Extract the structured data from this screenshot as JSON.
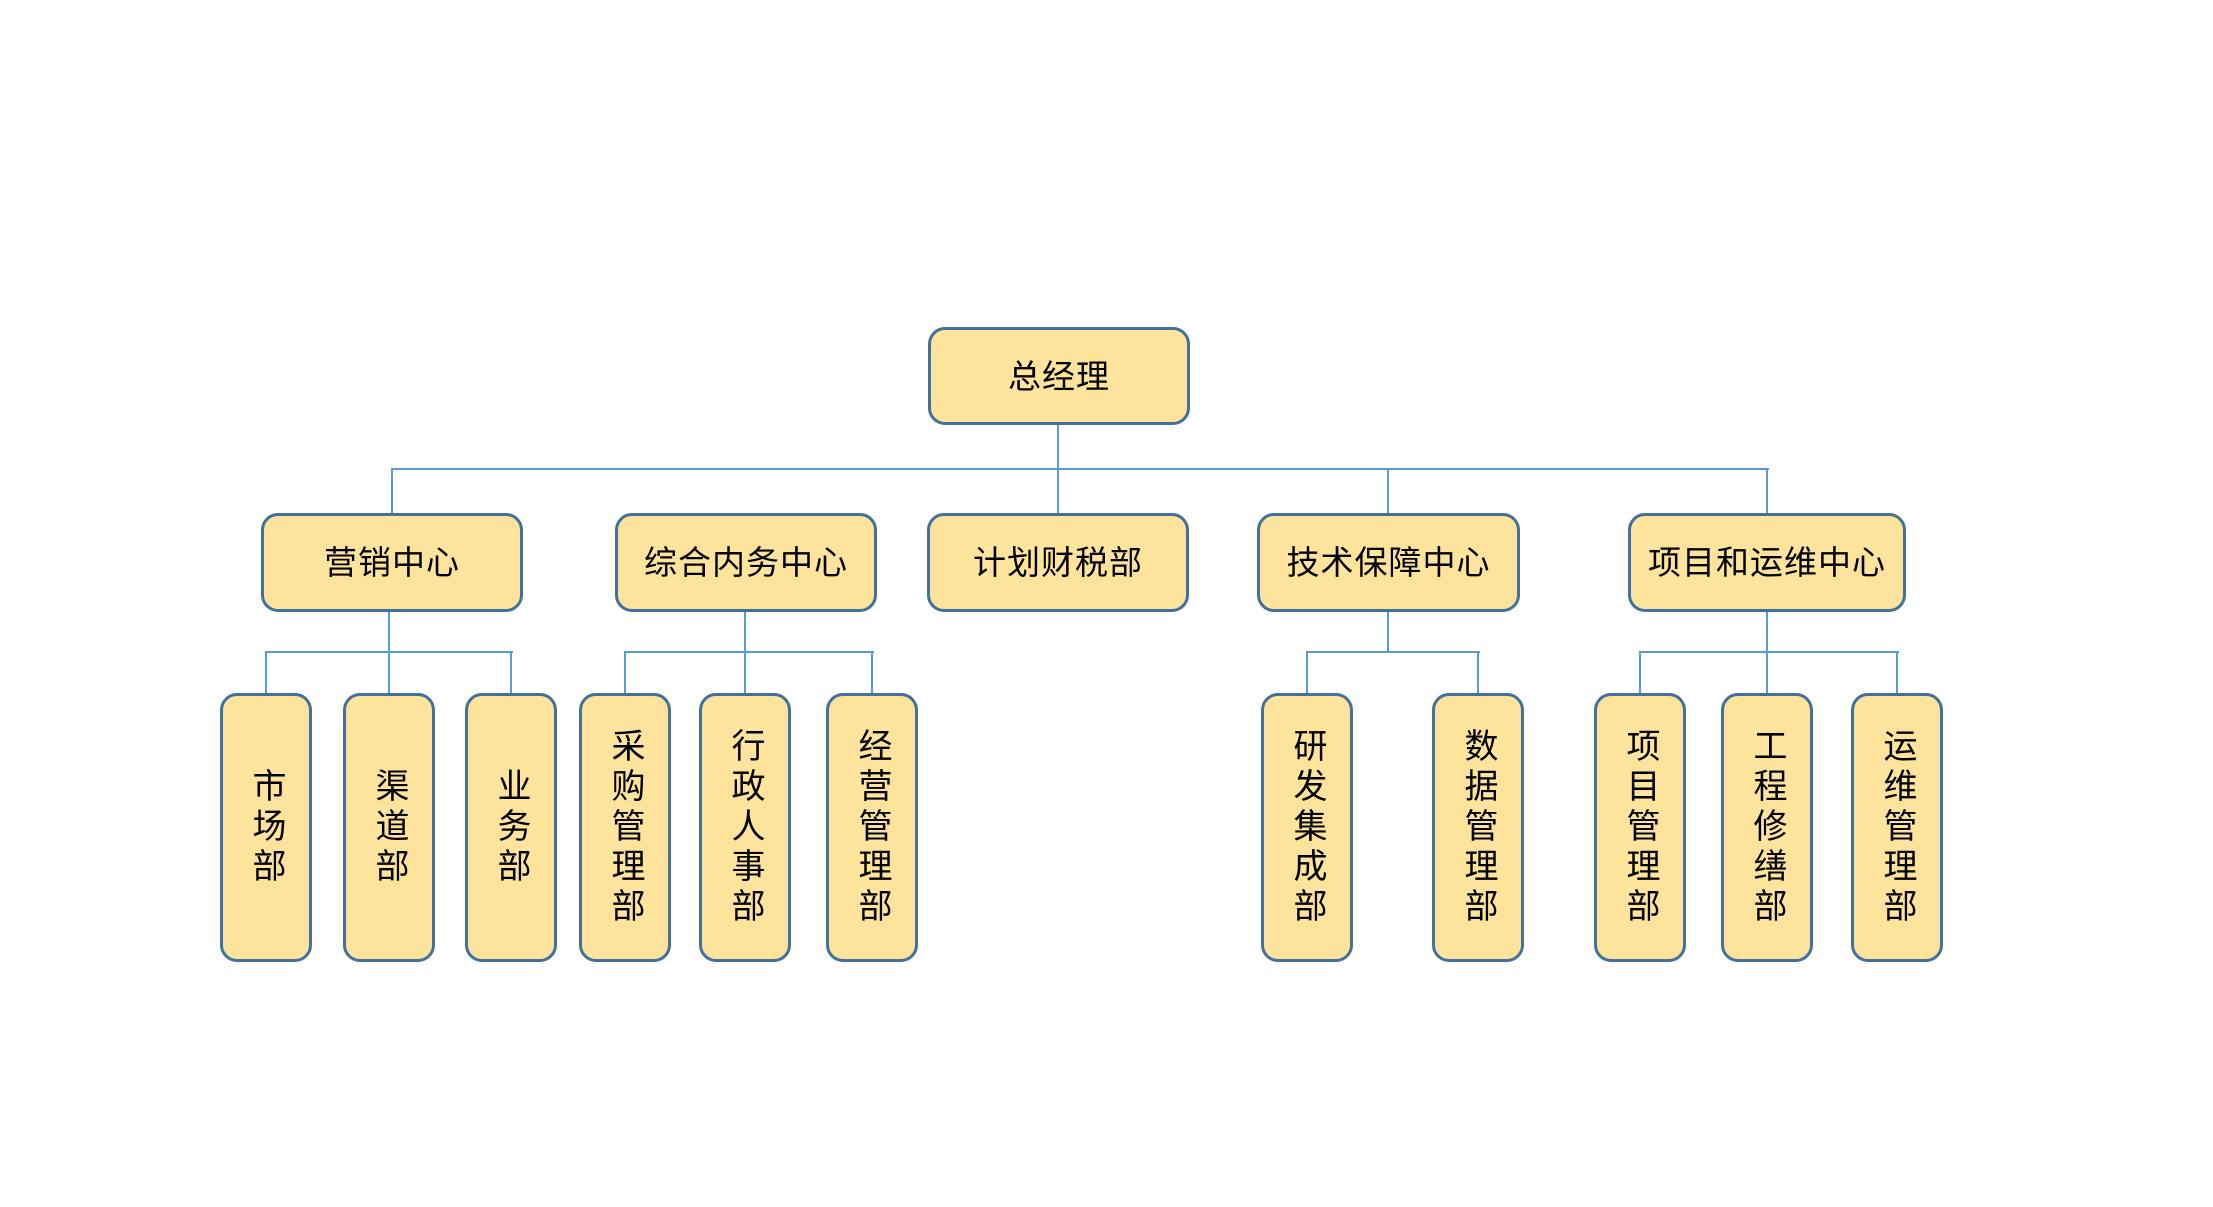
{
  "diagram": {
    "type": "org-chart",
    "colors": {
      "node_fill": "#FDE39B",
      "node_border": "#41719C",
      "connector": "#5B9BD5",
      "text": "#000000"
    },
    "root": {
      "label": "总经理"
    },
    "branches": [
      {
        "label": "营销中心",
        "children": [
          "市场部",
          "渠道部",
          "业务部"
        ]
      },
      {
        "label": "综合内务中心",
        "children": [
          "采购管理部",
          "行政人事部",
          "经营管理部"
        ]
      },
      {
        "label": "计划财税部",
        "children": []
      },
      {
        "label": "技术保障中心",
        "children": [
          "研发集成部",
          "数据管理部"
        ]
      },
      {
        "label": "项目和运维中心",
        "children": [
          "项目管理部",
          "工程修缮部",
          "运维管理部"
        ]
      }
    ]
  }
}
